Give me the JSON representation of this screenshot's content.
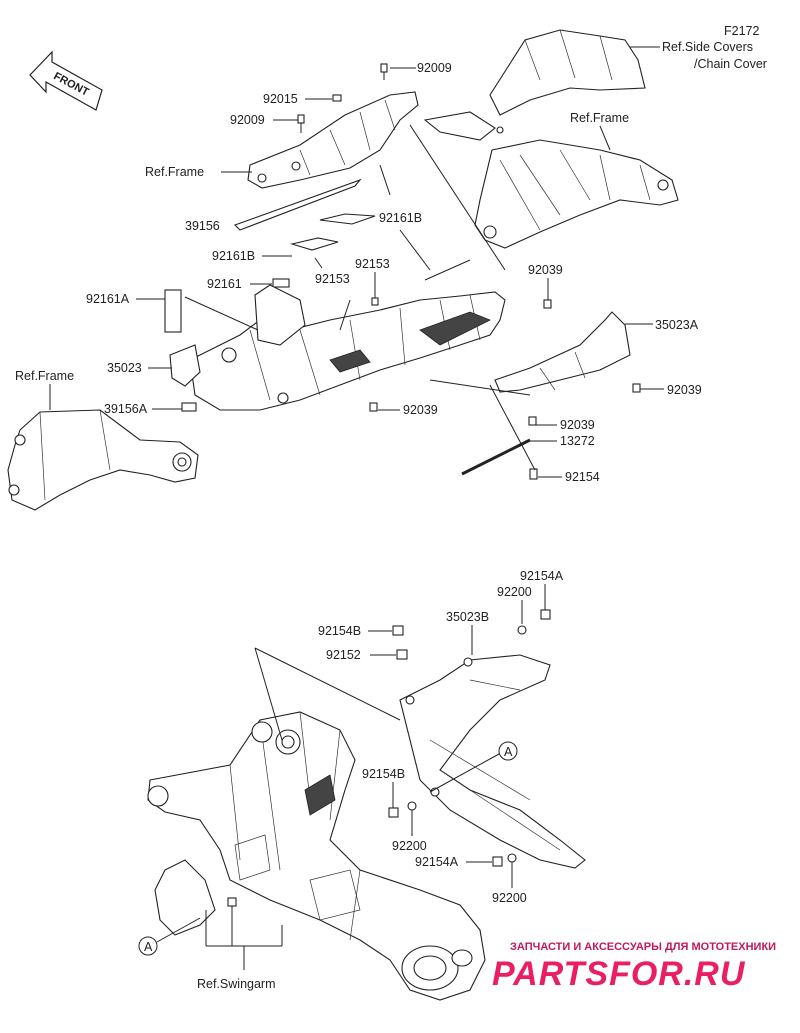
{
  "diagram_code": "F2172",
  "front_label": "FRONT",
  "refs": {
    "side_covers_line1": "Ref.Side Covers",
    "side_covers_line2": "/Chain Cover",
    "frame_top": "Ref.Frame",
    "frame_right": "Ref.Frame",
    "frame_left": "Ref.Frame",
    "swingarm": "Ref.Swingarm"
  },
  "callout_letter": "A",
  "parts": {
    "p92009_a": "92009",
    "p92015": "92015",
    "p92009_b": "92009",
    "p39156": "39156",
    "p92161B_a": "92161B",
    "p92161B_b": "92161B",
    "p92161": "92161",
    "p92153_a": "92153",
    "p92153_b": "92153",
    "p92039_a": "92039",
    "p92161A": "92161A",
    "p35023A": "35023A",
    "p35023": "35023",
    "p92039_b": "92039",
    "p39156A": "39156A",
    "p92039_c": "92039",
    "p92039_d": "92039",
    "p13272": "13272",
    "p92154": "92154",
    "p92154A_top": "92154A",
    "p92200_top": "92200",
    "p35023B": "35023B",
    "p92154B_top": "92154B",
    "p92152": "92152",
    "p92154B_mid": "92154B",
    "p92200_mid": "92200",
    "p92154A_bot": "92154A",
    "p92200_bot": "92200"
  },
  "watermark": {
    "tagline": "ЗАПЧАСТИ И АКСЕССУАРЫ ДЛЯ МОТОТЕХНИКИ",
    "brand": "PARTSFOR.RU"
  }
}
